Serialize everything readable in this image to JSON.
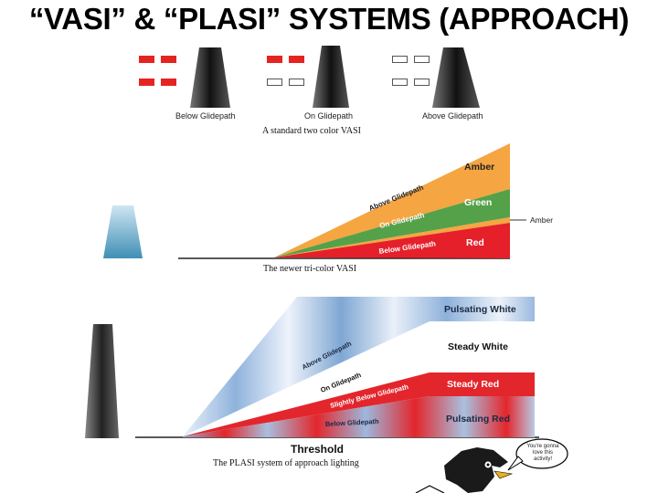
{
  "title": "“VASI” & “PLASI” SYSTEMS (APPROACH)",
  "vasi2": {
    "labels": [
      "Below Glidepath",
      "On Glidepath",
      "Above Glidepath"
    ],
    "caption": "A standard two color VASI",
    "colors": {
      "red": "#e52421",
      "white": "#ffffff"
    }
  },
  "vasi3": {
    "bands": {
      "amber": "Amber",
      "green": "Green",
      "red": "Red",
      "amber_side": "Amber"
    },
    "slope_labels": {
      "above": "Above Glidepath",
      "on": "On Glidepath",
      "below": "Below Glidepath"
    },
    "caption": "The newer tri-color VASI",
    "colors": {
      "amber": "#f5a542",
      "green": "#55a14a",
      "red": "#e5202a"
    }
  },
  "plasi": {
    "right_labels": {
      "pulsating_white": "Pulsating White",
      "steady_white": "Steady White",
      "steady_red": "Steady Red",
      "pulsating_red": "Pulsating Red"
    },
    "slope_labels": {
      "above": "Above Glidepath",
      "on": "On Glidepath",
      "slightly_below": "Slightly Below Glidepath",
      "below": "Below Glidepath"
    },
    "threshold": "Threshold",
    "caption": "The PLASI system of approach lighting",
    "colors": {
      "blue": "#7fa7d3",
      "red": "#e3262c"
    }
  },
  "cartoon": {
    "bubble": [
      "You're gonna",
      "love this",
      "activity!"
    ]
  }
}
